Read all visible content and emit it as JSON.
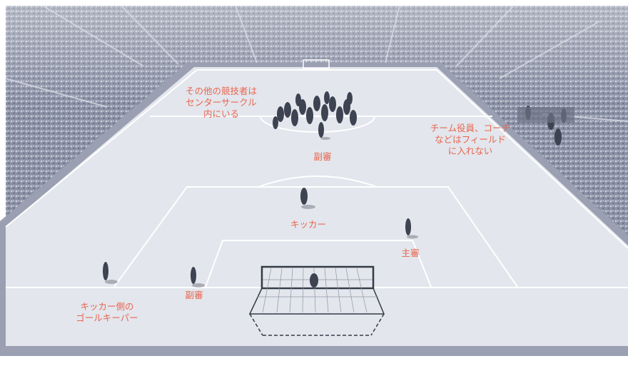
{
  "labels": {
    "other_players": "その他の競技者は\nセンターサークル\n内にいる",
    "team_officials": "チーム役員、コーチ\nなどはフィールド\nに入れない",
    "assistant_referee_top": "副審",
    "kicker": "キッカー",
    "referee": "主審",
    "assistant_referee_bottom": "副審",
    "kicker_side_goalkeeper": "キッカー側の\nゴールキーパー"
  },
  "colors": {
    "label": "#e8654f",
    "pitch": "#e3e6ec",
    "stands": "#8c93a8",
    "lines": "#ffffff",
    "figure": "#3e4352"
  }
}
